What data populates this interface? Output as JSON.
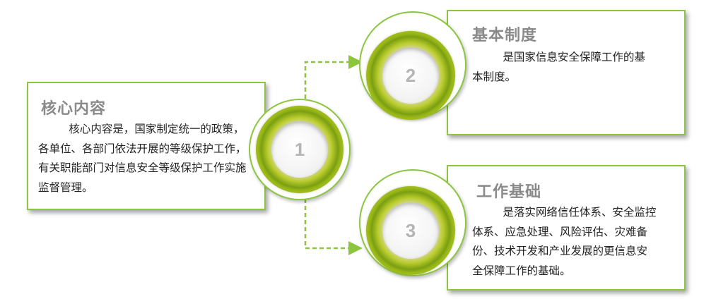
{
  "core": {
    "title": "核心内容",
    "body": "核心内容是，国家制定统一的政策，各单位、各部门依法开展的等级保护工作，有关职能部门对信息安全等级保护工作实施监督管理。",
    "number": "1"
  },
  "basic": {
    "title": "基本制度",
    "body": "是国家信息安全保障工作的基本制度。",
    "number": "2"
  },
  "foundation": {
    "title": "工作基础",
    "body": "是落实网络信任体系、安全监控体系、应急处理、风险评估、灾难备份、技术开发和产业发展的更信息安全保障工作的基础。",
    "number": "3"
  },
  "colors": {
    "accent_green": "#8cc63f",
    "title_gray": "#8a8a8a",
    "number_gray": "#b5b5b5",
    "connector": "#8cc63f"
  }
}
